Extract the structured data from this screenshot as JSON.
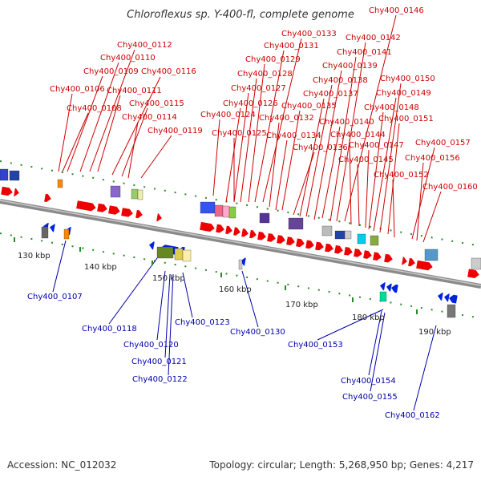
{
  "title": "Chloroflexus sp. Y-400-fl, complete genome",
  "accession": "Accession: NC_012032",
  "stats": "Topology: circular; Length: 5,268,950 bp; Genes: 4,217",
  "colors": {
    "forward_gene": "#ee0000",
    "reverse_gene": "#0022dd",
    "forward_label": "#cc0000",
    "reverse_label": "#0000aa",
    "backbone": "#888888",
    "tick": "#228b22"
  },
  "kbp_labels": [
    "130 kbp",
    "140 kbp",
    "150 kbp",
    "160 kbp",
    "170 kbp",
    "180 kbp",
    "190 kbp"
  ],
  "forward_labels": [
    "Chy400_0112",
    "Chy400_0110",
    "Chy400_0109",
    "Chy400_0106",
    "Chy400_0111",
    "Chy400_0116",
    "Chy400_0108",
    "Chy400_0115",
    "Chy400_0114",
    "Chy400_0119",
    "Chy400_0133",
    "Chy400_0131",
    "Chy400_0129",
    "Chy400_0128",
    "Chy400_0127",
    "Chy400_0126",
    "Chy400_0124",
    "Chy400_0125",
    "Chy400_0132",
    "Chy400_0134",
    "Chy400_0135",
    "Chy400_0136",
    "Chy400_0137",
    "Chy400_0138",
    "Chy400_0139",
    "Chy400_0140",
    "Chy400_0141",
    "Chy400_0142",
    "Chy400_0146",
    "Chy400_0144",
    "Chy400_0145",
    "Chy400_0147",
    "Chy400_0148",
    "Chy400_0149",
    "Chy400_0150",
    "Chy400_0151",
    "Chy400_0152",
    "Chy400_0157",
    "Chy400_0156",
    "Chy400_0160"
  ],
  "reverse_labels": [
    "Chy400_0107",
    "Chy400_0118",
    "Chy400_0120",
    "Chy400_0121",
    "Chy400_0122",
    "Chy400_0123",
    "Chy400_0130",
    "Chy400_0153",
    "Chy400_0154",
    "Chy400_0155",
    "Chy400_0162"
  ]
}
